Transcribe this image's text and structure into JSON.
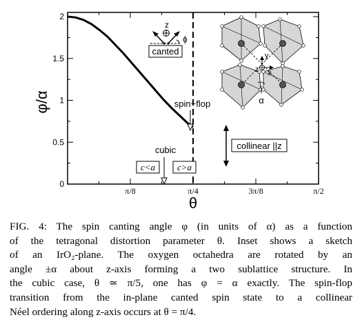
{
  "chart_data": {
    "type": "line",
    "xlabel": "θ",
    "ylabel": "φ/α",
    "xlim": [
      0,
      1.5708
    ],
    "ylim": [
      0,
      2.05
    ],
    "x_tick_labels": [
      "π/8",
      "π/4",
      "3π/8",
      "π/2"
    ],
    "x_tick_values": [
      0.3927,
      0.7854,
      1.1781,
      1.5708
    ],
    "y_tick_labels": [
      "0",
      "0.5",
      "1",
      "1.5",
      "2"
    ],
    "y_tick_values": [
      0,
      0.5,
      1,
      1.5,
      2
    ],
    "series": [
      {
        "x": [
          0,
          0.05,
          0.1,
          0.15,
          0.2,
          0.25,
          0.3,
          0.35,
          0.4,
          0.45,
          0.5,
          0.55,
          0.6,
          0.65,
          0.7,
          0.75,
          0.7854
        ],
        "y": [
          2.0,
          1.99,
          1.96,
          1.91,
          1.84,
          1.76,
          1.66,
          1.56,
          1.45,
          1.34,
          1.23,
          1.12,
          1.01,
          0.91,
          0.82,
          0.73,
          0.68
        ]
      }
    ],
    "vline_x": 0.7854,
    "annotations": {
      "spin_flop": "spin−flop",
      "cubic": "cubic",
      "c_lt_a": "c<a",
      "c_gt_a": "c>a",
      "collinear": "collinear ||z",
      "canted": "canted",
      "phi_symbol": "ϕ",
      "z_label": "z",
      "inset_y": "y",
      "inset_z": "z",
      "inset_x": "x",
      "inset_alpha": "α"
    }
  },
  "caption": {
    "lines": [
      "FIG. 4: The spin canting angle φ (in units of α) as a function",
      "of the tetragonal distortion parameter θ. Inset shows a sketch",
      "of an IrO₂-plane. The oxygen octahedra are rotated by an",
      "angle ±α about z-axis forming a two sublattice structure. In",
      "the cubic case, θ ≃ π/5, one has φ = α exactly. The spin-flop",
      "transition from the in-plane canted spin state to a collinear",
      "Néel ordering along z-axis occurs at θ = π/4."
    ]
  }
}
